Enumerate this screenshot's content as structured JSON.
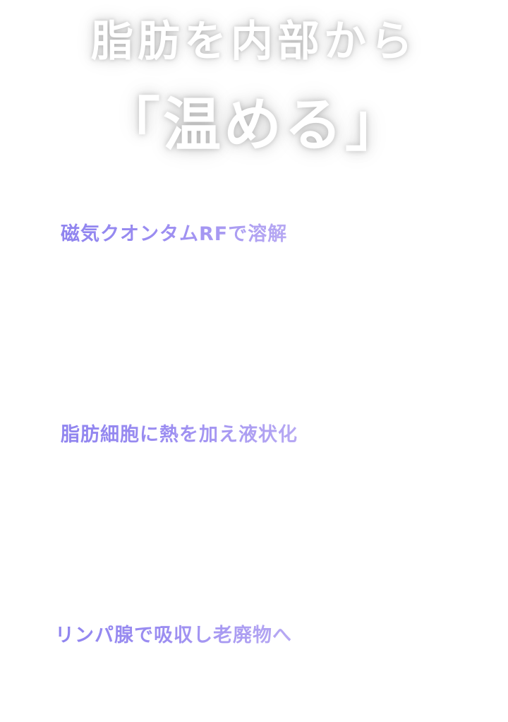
{
  "hero": {
    "line1": "脂肪を内部から",
    "line2": "「温める」"
  },
  "steps": [
    {
      "label": "磁気クオンタムRFで溶解"
    },
    {
      "label": "脂肪細胞に熱を加え液状化"
    },
    {
      "label": "リンパ腺で吸収し老廃物へ"
    }
  ],
  "colors": {
    "background": "#ffffff",
    "hero_text": "#ffffff",
    "step_text_start": "#8f84ef",
    "step_text_end": "#b7a9f3"
  }
}
